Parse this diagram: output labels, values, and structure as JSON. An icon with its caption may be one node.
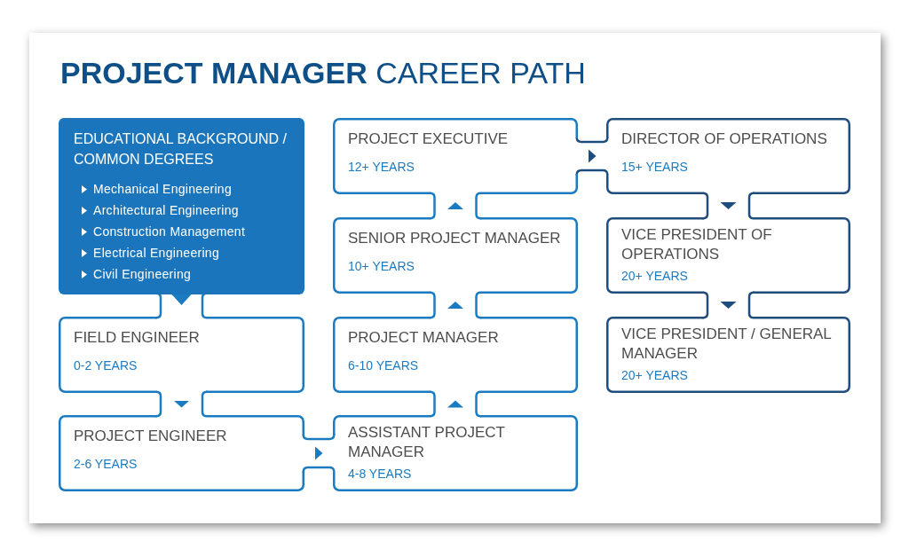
{
  "diagram": {
    "title": "**PROJECT MANAGER** CAREER PATH",
    "nodes": [
      {
        "text": [
          "EDUCATIONAL BACKGROUND / COMMON DEGREES",
          "Mechanical Engineering",
          "Architectural Engineering",
          "Construction Management",
          "Electrical Engineering",
          "Civil Engineering"
        ]
      },
      {
        "text": [
          "FIELD ENGINEER",
          "0-2 YEARS"
        ]
      },
      {
        "text": [
          "PROJECT ENGINEER",
          "2-6 YEARS"
        ]
      },
      {
        "text": [
          "ASSISTANT PROJECT MANAGER",
          "4-8 YEARS"
        ]
      },
      {
        "text": [
          "PROJECT MANAGER",
          "6-10 YEARS"
        ]
      },
      {
        "text": [
          "SENIOR PROJECT MANAGER",
          "10+ YEARS"
        ]
      },
      {
        "text": [
          "PROJECT EXECUTIVE",
          "12+ YEARS"
        ]
      },
      {
        "text": [
          "DIRECTOR OF OPERATIONS",
          "15+ YEARS"
        ]
      },
      {
        "text": [
          "VICE PRESIDENT OF OPERATIONS",
          "20+ YEARS"
        ]
      },
      {
        "text": [
          "VICE PRESIDENT / GENERAL MANAGER",
          "20+ YEARS"
        ]
      }
    ],
    "edges": [
      {
        "from": 0,
        "to": 1,
        "arrow": "to"
      },
      {
        "from": 1,
        "to": 2,
        "arrow": "to"
      },
      {
        "from": 2,
        "to": 3,
        "arrow": "to"
      },
      {
        "from": 3,
        "to": 4,
        "arrow": "to"
      },
      {
        "from": 4,
        "to": 5,
        "arrow": "to"
      },
      {
        "from": 5,
        "to": 6,
        "arrow": "to"
      },
      {
        "from": 6,
        "to": 7,
        "arrow": "to",
        "color": "#1f4e7e"
      },
      {
        "from": 7,
        "to": 8,
        "arrow": "to",
        "color": "#1f4e7e"
      },
      {
        "from": 8,
        "to": 9,
        "arrow": "to",
        "color": "#1f4e7e"
      }
    ]
  }
}
